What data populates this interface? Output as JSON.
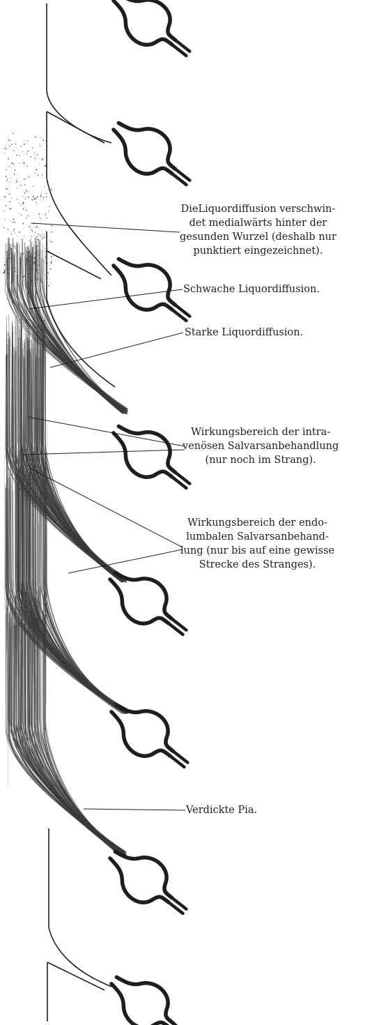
{
  "annotations": [
    {
      "id": "liquordiffusion-verschwindet",
      "lines": [
        "DieLiquordiffusion verschwin-",
        "det medialwärts hinter der",
        "gesunden Wurzel (deshalb nur",
        "punktiert eingezeichnet)."
      ]
    },
    {
      "id": "schwache-liquordiffusion",
      "lines": [
        "Schwache Liquordiffusion."
      ]
    },
    {
      "id": "starke-liquordiffusion",
      "lines": [
        "Starke Liquordiffusion."
      ]
    },
    {
      "id": "wirkungsbereich-intravenoes",
      "lines": [
        "Wirkungsbereich der intra-",
        "venösen Salvarsanbehandlung",
        "(nur noch im Strang)."
      ]
    },
    {
      "id": "wirkungsbereich-endolumbal",
      "lines": [
        "Wirkungsbereich der endo-",
        "lumbalen Salvarsanbehand-",
        "lung (nur bis auf eine gewisse",
        "Strecke des Stranges)."
      ]
    },
    {
      "id": "verdickte-pia",
      "lines": [
        "Verdickte Pia."
      ]
    }
  ],
  "colors": {
    "ink": "#1e1e1e",
    "hatch": "#3a3a3a",
    "background": "#ffffff"
  }
}
